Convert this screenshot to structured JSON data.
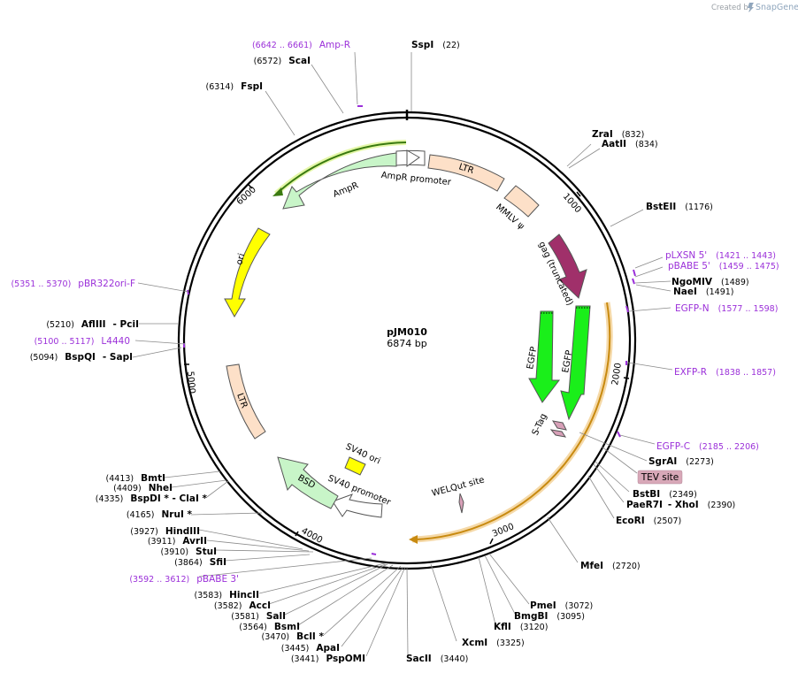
{
  "credit": {
    "prefix": "Created by",
    "brand": "SnapGene"
  },
  "plasmid": {
    "name": "pJM010",
    "size": "6874 bp"
  },
  "ticks": [
    "1000",
    "2000",
    "3000",
    "4000",
    "5000",
    "6000"
  ],
  "features": [
    {
      "id": "ampr-promoter",
      "label": "AmpR promoter",
      "fill": "#ffffff"
    },
    {
      "id": "ampr",
      "label": "AmpR",
      "fill": "#c8f5c8"
    },
    {
      "id": "ori",
      "label": "ori",
      "fill": "#ffff00"
    },
    {
      "id": "ltr-top",
      "label": "LTR",
      "fill": "#fde0c8"
    },
    {
      "id": "mmlv-psi",
      "label": "MMLV ψ",
      "fill": "#fde0c8"
    },
    {
      "id": "gag",
      "label": "gag (truncated)",
      "fill": "#a0306a"
    },
    {
      "id": "egfp-1",
      "label": "EGFP",
      "fill": "#1aef1a"
    },
    {
      "id": "egfp-2",
      "label": "EGFP",
      "fill": "#1aef1a"
    },
    {
      "id": "stag",
      "label": "S-Tag",
      "fill": "#d8a0b8"
    },
    {
      "id": "welqut",
      "label": "WELQut site",
      "fill": "#d8a0b8"
    },
    {
      "id": "ltr-bottom",
      "label": "LTR",
      "fill": "#fde0c8"
    },
    {
      "id": "sv40-ori",
      "label": "SV40 ori",
      "fill": "#ffff00"
    },
    {
      "id": "sv40-promoter",
      "label": "SV40 promoter",
      "fill": "#ffffff"
    },
    {
      "id": "bsd",
      "label": "BSD",
      "fill": "#c8f5c8"
    }
  ],
  "sites": [
    {
      "name": "SspI",
      "pos": "(22)"
    },
    {
      "name": "ZraI",
      "pos": "(832)"
    },
    {
      "name": "AatII",
      "pos": "(834)"
    },
    {
      "name": "BstEII",
      "pos": "(1176)"
    },
    {
      "name": "NgoMIV",
      "pos": "(1489)"
    },
    {
      "name": "NaeI",
      "pos": "(1491)"
    },
    {
      "name": "SgrAI",
      "pos": "(2273)"
    },
    {
      "name": "BstBI",
      "pos": "(2349)"
    },
    {
      "name": "PaeR7I",
      "pos": ""
    },
    {
      "name": "- XhoI",
      "pos": "(2390)"
    },
    {
      "name": "EcoRI",
      "pos": "(2507)"
    },
    {
      "name": "MfeI",
      "pos": "(2720)"
    },
    {
      "name": "PmeI",
      "pos": "(3072)"
    },
    {
      "name": "BmgBI",
      "pos": "(3095)"
    },
    {
      "name": "KflI",
      "pos": "(3120)"
    },
    {
      "name": "XcmI",
      "pos": "(3325)"
    },
    {
      "name": "SacII",
      "pos": "(3440)"
    },
    {
      "name": "PspOMI",
      "pos": "(3441)"
    },
    {
      "name": "ApaI",
      "pos": "(3445)"
    },
    {
      "name": "BclI *",
      "pos": "(3470)"
    },
    {
      "name": "BsmI",
      "pos": "(3564)"
    },
    {
      "name": "SalI",
      "pos": "(3581)"
    },
    {
      "name": "AccI",
      "pos": "(3582)"
    },
    {
      "name": "HincII",
      "pos": "(3583)"
    },
    {
      "name": "SfiI",
      "pos": "(3864)"
    },
    {
      "name": "StuI",
      "pos": "(3910)"
    },
    {
      "name": "AvrII",
      "pos": "(3911)"
    },
    {
      "name": "HindIII",
      "pos": "(3927)"
    },
    {
      "name": "NruI *",
      "pos": "(4165)"
    },
    {
      "name": "BspDI * - ClaI *",
      "pos": "(4335)"
    },
    {
      "name": "NheI",
      "pos": "(4409)"
    },
    {
      "name": "BmtI",
      "pos": "(4413)"
    },
    {
      "name": "BspQI",
      "pos": "(5094)"
    },
    {
      "name": "- SapI",
      "pos": ""
    },
    {
      "name": "AflIII",
      "pos": "(5210)"
    },
    {
      "name": "- PciI",
      "pos": ""
    },
    {
      "name": "FspI",
      "pos": "(6314)"
    },
    {
      "name": "ScaI",
      "pos": "(6572)"
    }
  ],
  "primers": [
    {
      "name": "Amp-R",
      "pos": "(6642 .. 6661)"
    },
    {
      "name": "pLXSN 5'",
      "pos": "(1421 .. 1443)"
    },
    {
      "name": "pBABE 5'",
      "pos": "(1459 .. 1475)"
    },
    {
      "name": "EGFP-N",
      "pos": "(1577 .. 1598)"
    },
    {
      "name": "EXFP-R",
      "pos": "(1838 .. 1857)"
    },
    {
      "name": "EGFP-C",
      "pos": "(2185 .. 2206)"
    },
    {
      "name": "pBABE 3'",
      "pos": "(3592 .. 3612)"
    },
    {
      "name": "L4440",
      "pos": "(5100 .. 5117)"
    },
    {
      "name": "pBR322ori-F",
      "pos": "(5351 .. 5370)"
    }
  ],
  "tev_label": "TEV site",
  "colors": {
    "primer": "#9b30d9",
    "orf_highlight": "#f5d9a8",
    "orf_arrow": "#c88a10",
    "ampr_orf": "#3a7a10"
  }
}
